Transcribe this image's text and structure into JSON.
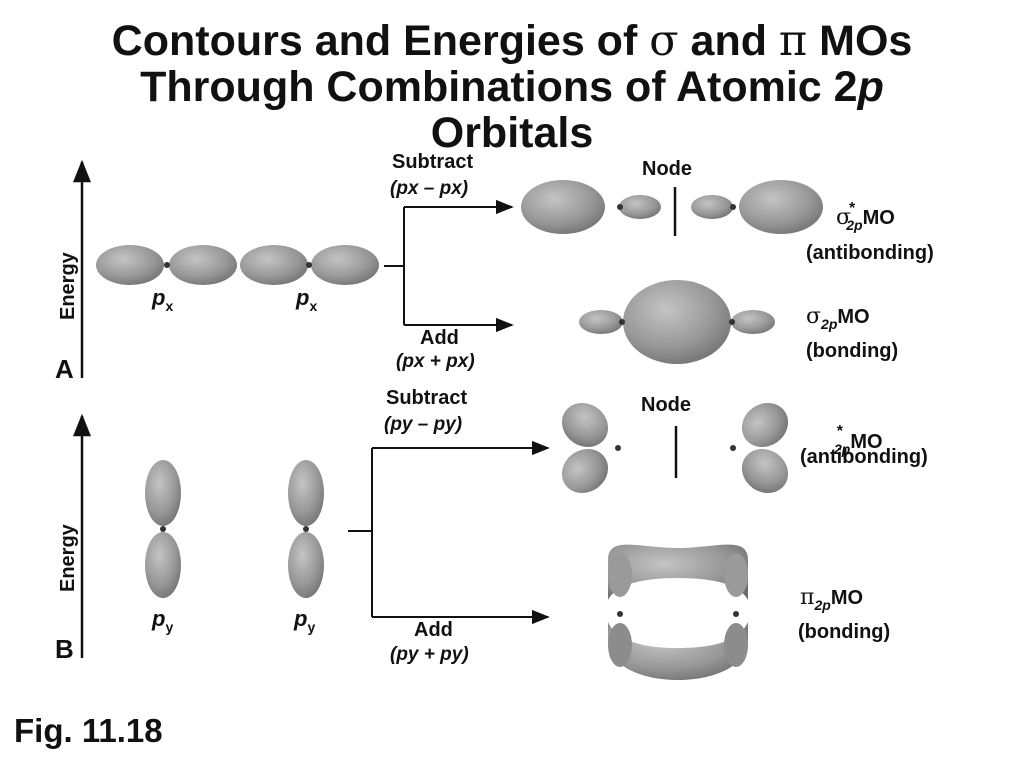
{
  "title": {
    "line1_a": "Contours and Energies of ",
    "sigma": "σ",
    "line1_b": " and ",
    "pi": "π",
    "line1_c": " MOs",
    "line2_a": "Through Combinations of Atomic 2",
    "line2_p": "p",
    "line3": "Orbitals"
  },
  "figure_label": "Fig. 11.18",
  "panel_a": {
    "letter": "A",
    "axis_label": "Energy",
    "orbital_letter": "p",
    "orbital_sub": "x",
    "subtract_word": "Subtract",
    "subtract_expr": "(px – px)",
    "add_word": "Add",
    "add_expr": "(px + px)",
    "node_label": "Node",
    "antibonding_symbol": "σ",
    "antibonding_star": "*",
    "subscript": "2p",
    "mo": "MO",
    "antibonding_label": "(antibonding)",
    "bonding_symbol": "σ",
    "bonding_label": "(bonding)"
  },
  "panel_b": {
    "letter": "B",
    "axis_label": "Energy",
    "orbital_letter": "p",
    "orbital_sub": "y",
    "subtract_word": "Subtract",
    "subtract_expr": "(py – py)",
    "add_word": "Add",
    "add_expr": "(py + py)",
    "node_label": "Node",
    "antibonding_star": "*",
    "subscript": "2p",
    "mo": "MO",
    "antibonding_label": "(antibonding)",
    "bonding_symbol": "π",
    "bonding_label": "(bonding)"
  },
  "colors": {
    "lobe": "#8e8e8e",
    "lobe_edge": "#6f6f6f",
    "line": "#111111"
  }
}
